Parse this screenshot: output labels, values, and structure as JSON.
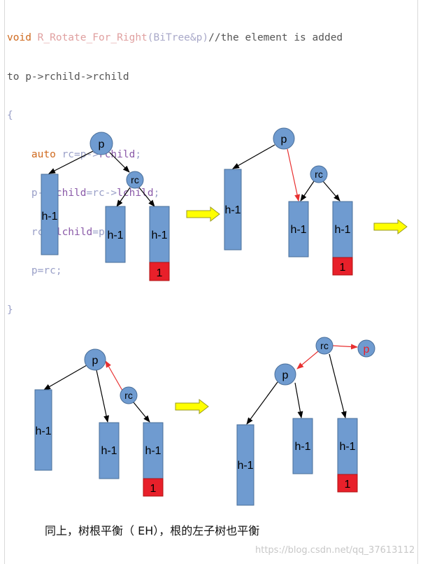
{
  "code": {
    "line1": {
      "kw": "void",
      "fn": "R_Rotate_For_Right",
      "params": "(BiTree&p)",
      "comment": "//the element is added"
    },
    "line2": {
      "comment": "to p->rchild->rchild"
    },
    "line3": {
      "text": "{"
    },
    "line4": {
      "kw": "auto",
      "rest_var": "rc=p->",
      "rest_mem": "rchild",
      "semi": ";"
    },
    "line5": {
      "a": "p->",
      "b": "rchild",
      "c": "=rc->",
      "d": "lchild",
      "e": ";"
    },
    "line6": {
      "a": "rc->",
      "b": "lchild",
      "c": "=p;"
    },
    "line7": {
      "text": "p=rc;"
    },
    "line8": {
      "text": "}"
    }
  },
  "labels": {
    "p": "p",
    "rc": "rc",
    "h1": "h-1",
    "one": "1"
  },
  "caption": "同上，树根平衡（ EH），根的左子树也平衡",
  "watermark": "https://blog.csdn.net/qq_37613112",
  "colors": {
    "node": "#6f9bd0",
    "added": "#e8202a",
    "arrow_yellow": "#ffff00",
    "red_edge": "#e83030"
  }
}
